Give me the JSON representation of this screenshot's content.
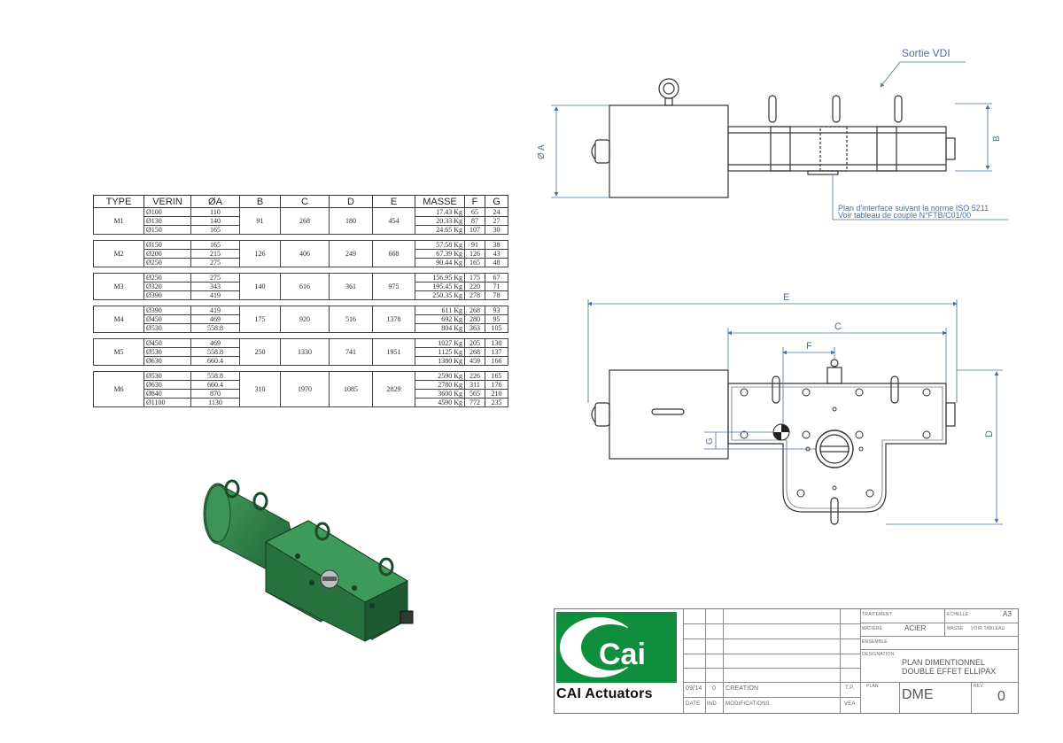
{
  "table": {
    "headers": [
      "TYPE",
      "VERIN",
      "ØA",
      "B",
      "C",
      "D",
      "E",
      "MASSE",
      "F",
      "G"
    ],
    "groups": [
      {
        "type": "M1",
        "B": "91",
        "C": "268",
        "D": "180",
        "E": "454",
        "rows": [
          {
            "verin": "Ø100",
            "a": "110",
            "masse": "17.43 Kg",
            "f": "65",
            "g": "24"
          },
          {
            "verin": "Ø130",
            "a": "140",
            "masse": "20.33 Kg",
            "f": "87",
            "g": "27"
          },
          {
            "verin": "Ø150",
            "a": "165",
            "masse": "24.65 Kg",
            "f": "107",
            "g": "30"
          }
        ]
      },
      {
        "type": "M2",
        "B": "126",
        "C": "406",
        "D": "249",
        "E": "668",
        "rows": [
          {
            "verin": "Ø150",
            "a": "165",
            "masse": "57.58 Kg",
            "f": "91",
            "g": "38"
          },
          {
            "verin": "Ø200",
            "a": "215",
            "masse": "67.39 Kg",
            "f": "126",
            "g": "43"
          },
          {
            "verin": "Ø250",
            "a": "275",
            "masse": "90.44 Kg",
            "f": "165",
            "g": "48"
          }
        ]
      },
      {
        "type": "M3",
        "B": "140",
        "C": "616",
        "D": "361",
        "E": "975",
        "rows": [
          {
            "verin": "Ø250",
            "a": "275",
            "masse": "156.95 Kg",
            "f": "175",
            "g": "67"
          },
          {
            "verin": "Ø320",
            "a": "343",
            "masse": "195.45 Kg",
            "f": "220",
            "g": "71"
          },
          {
            "verin": "Ø390",
            "a": "419",
            "masse": "250.35 Kg",
            "f": "278",
            "g": "78"
          }
        ]
      },
      {
        "type": "M4",
        "B": "175",
        "C": "920",
        "D": "516",
        "E": "1378",
        "rows": [
          {
            "verin": "Ø390",
            "a": "419",
            "masse": "611 Kg",
            "f": "268",
            "g": "93"
          },
          {
            "verin": "Ø450",
            "a": "469",
            "masse": "692 Kg",
            "f": "280",
            "g": "95"
          },
          {
            "verin": "Ø530",
            "a": "558.8",
            "masse": "804 Kg",
            "f": "363",
            "g": "105"
          }
        ]
      },
      {
        "type": "M5",
        "B": "250",
        "C": "1330",
        "D": "741",
        "E": "1951",
        "rows": [
          {
            "verin": "Ø450",
            "a": "469",
            "masse": "1027 Kg",
            "f": "205",
            "g": "130"
          },
          {
            "verin": "Ø530",
            "a": "558.8",
            "masse": "1125 Kg",
            "f": "268",
            "g": "137"
          },
          {
            "verin": "Ø630",
            "a": "660.4",
            "masse": "1380 Kg",
            "f": "459",
            "g": "166"
          }
        ]
      },
      {
        "type": "M6",
        "B": "310",
        "C": "1970",
        "D": "1085",
        "E": "2829",
        "rows": [
          {
            "verin": "Ø530",
            "a": "558.8",
            "masse": "2590 Kg",
            "f": "226",
            "g": "165"
          },
          {
            "verin": "Ø630",
            "a": "660.4",
            "masse": "2780 Kg",
            "f": "311",
            "g": "176"
          },
          {
            "verin": "Ø840",
            "a": "870",
            "masse": "3600 Kg",
            "f": "565",
            "g": "210"
          },
          {
            "verin": "Ø1100",
            "a": "1130",
            "masse": "4590 Kg",
            "f": "772",
            "g": "235"
          }
        ]
      }
    ]
  },
  "drawing": {
    "sortie_label": "Sortie VDI",
    "dim_a": "Ø A",
    "dim_b": "B",
    "dim_e": "E",
    "dim_c": "C",
    "dim_f": "F",
    "dim_g": "G",
    "dim_d": "D",
    "note_line1": "Plan d'interface suivant la norme ISO 5211",
    "note_line2": "Voir tableau de couple N°FTB/C01/00"
  },
  "title_block": {
    "company": "CAI Actuators",
    "logo_letters": "Cai",
    "traitement_label": "Traitement",
    "echelle_label": "Echelle",
    "echelle_value": "A3",
    "matiere_label": "Matière",
    "matiere_value": "ACIER",
    "masse_label": "Masse",
    "masse_value": "voir tableau",
    "ensemble_label": "Ensemble",
    "designation_label": "Designation",
    "designation_line1": "PLAN DIMENTIONNEL",
    "designation_line2": "DOUBLE EFFET ELLIPAX",
    "plan_label": "Plan",
    "plan_value": "DME",
    "rev_label": "Rev.",
    "rev_value": "0",
    "rev_date": "09/14",
    "rev_ind": "0",
    "rev_mod": "CREATION",
    "tp": "T.P.",
    "col_date": "DATE",
    "col_ind": "IND",
    "col_mod": "MODIFICATIONS",
    "vea": "VEA"
  },
  "colors": {
    "actuator_green": "#2e7d46",
    "logo_green": "#0f8f3e",
    "dim_blue": "#4a6fa0"
  }
}
